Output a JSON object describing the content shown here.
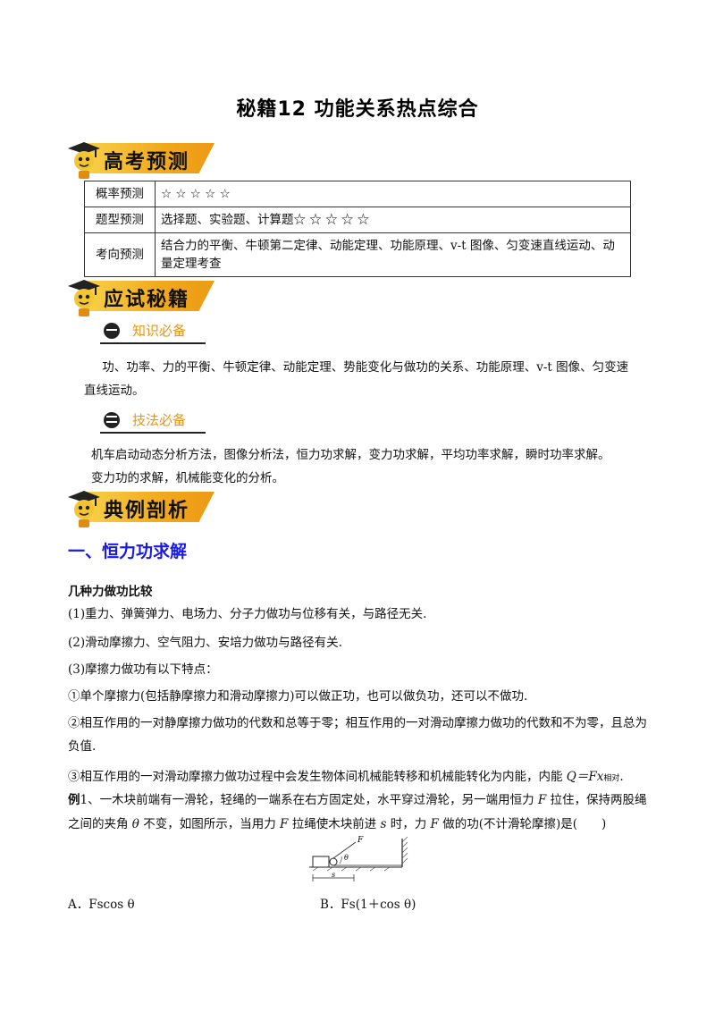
{
  "title": "秘籍12  功能关系热点综合",
  "sections": {
    "forecast": "高考预测",
    "secrets": "应试秘籍",
    "examples": "典例剖析"
  },
  "prediction_table": [
    {
      "key": "概率预测",
      "value": "☆ ☆ ☆ ☆ ☆"
    },
    {
      "key": "题型预测",
      "value": "选择题、实验题、计算题☆ ☆ ☆ ☆ ☆"
    },
    {
      "key": "考向预测",
      "value": "结合力的平衡、牛顿第二定律、动能定理、功能原理、v-t 图像、匀变速直线运动、动量定理考查"
    }
  ],
  "knowledge": {
    "label": "知识必备",
    "text": "功、功率、力的平衡、牛顿定律、动能定理、势能变化与做功的关系、功能原理、v-t 图像、匀变速直线运动。"
  },
  "skills": {
    "label": "技法必备",
    "line1": "机车启动动态分析方法，图像分析法，恒力功求解，变力功求解，平均功率求解，瞬时功率求解。",
    "line2": "变力功的求解，机械能变化的分析。"
  },
  "part1": {
    "heading": "一、恒力功求解",
    "subheading": "几种力做功比较",
    "lines": [
      "(1)重力、弹簧弹力、电场力、分子力做功与位移有关，与路径无关.",
      "(2)滑动摩擦力、空气阻力、安培力做功与路径有关.",
      "(3)摩擦力做功有以下特点：",
      "①单个摩擦力(包括静摩擦力和滑动摩擦力)可以做正功，也可以做负功，还可以不做功.",
      "②相互作用的一对静摩擦力做功的代数和总等于零；相互作用的一对滑动摩擦力做功的代数和不为零，且总为负值."
    ],
    "line6_text": "③相互作用的一对滑动摩擦力做功过程中会发生物体间机械能转移和机械能转化为内能，内能 ",
    "line6_formula": "Q＝Fx",
    "line6_sub": "相对",
    "line6_end": "."
  },
  "example1": {
    "label": "例",
    "text_a": "1、一木块前端有一滑轮，轻绳的一端系在右方固定处，水平穿过滑轮，另一端用恒力 ",
    "text_b": " 拉住，保持两股绳之间的夹角 ",
    "text_c": " 不变，如图所示，当用力 ",
    "text_d": " 拉绳使木块前进 ",
    "text_e": " 时，力 ",
    "text_f": " 做的功(不计滑轮摩擦)是(　　)",
    "sym_F": "F",
    "sym_theta": "θ",
    "sym_s": "s",
    "figure": {
      "force_label": "F",
      "angle_label": "θ",
      "disp_label": "s"
    },
    "optA": "A．Fscos  θ",
    "optB": "B．Fs(1＋cos  θ)"
  },
  "colors": {
    "banner": "#f2a81c",
    "sub_label": "#e79613",
    "heading_blue": "#1a1ae6"
  }
}
